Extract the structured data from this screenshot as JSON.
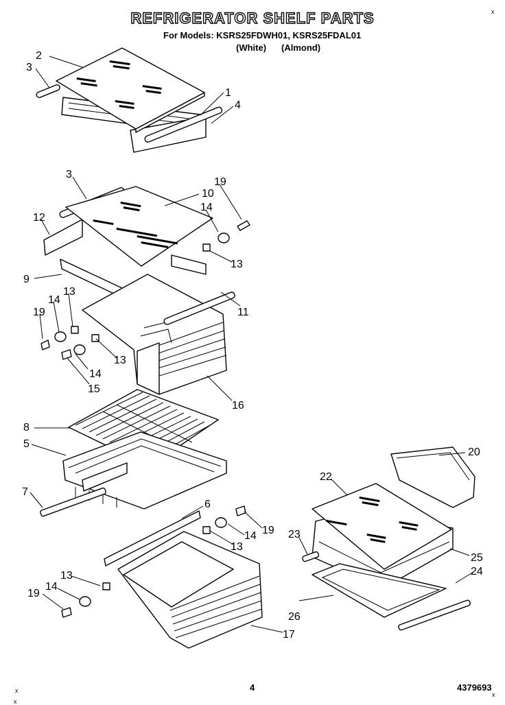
{
  "header": {
    "title": "REFRIGERATOR SHELF PARTS",
    "models": "For Models: KSRS25FDWH01, KSRS25FDAL01",
    "variant_1": "(White)",
    "variant_2": "(Almond)"
  },
  "footer": {
    "page_number": "4",
    "document_number": "4379693"
  },
  "corner_marks": [
    "x",
    "x",
    "x",
    "x"
  ],
  "callouts": [
    "1",
    "2",
    "3",
    "3",
    "4",
    "5",
    "6",
    "7",
    "8",
    "9",
    "10",
    "11",
    "12",
    "13",
    "13",
    "13",
    "13",
    "13",
    "14",
    "14",
    "14",
    "14",
    "14",
    "15",
    "16",
    "17",
    "19",
    "19",
    "19",
    "19",
    "20",
    "22",
    "23",
    "24",
    "25",
    "26"
  ]
}
